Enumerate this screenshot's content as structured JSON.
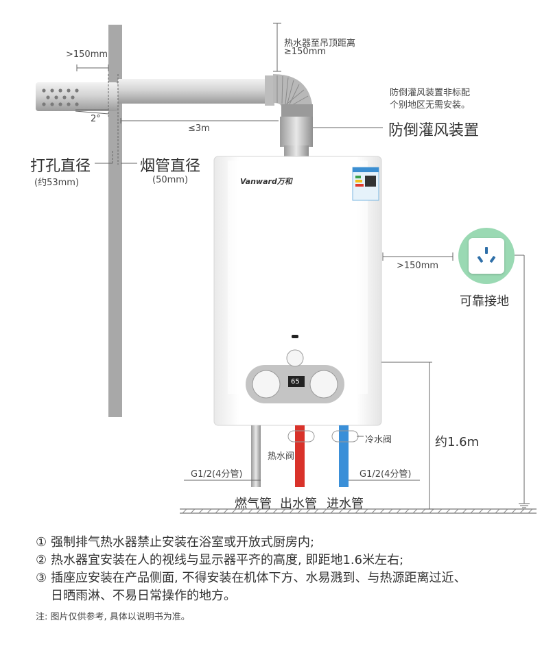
{
  "labels": {
    "wall_gap": ">150mm",
    "ceiling_gap_line1": "热水器至吊顶距离",
    "ceiling_gap_line2": "≥150mm",
    "anti_backdraft_note_line1": "防倒灌风装置非标配",
    "anti_backdraft_note_line2": "个别地区无需安装。",
    "anti_backdraft_device": "防倒灌风装置",
    "slope": "2°",
    "pipe_length": "≤3m",
    "hole_diameter": "打孔直径",
    "hole_diameter_value": "(约53mm)",
    "flue_diameter": "烟管直径",
    "flue_diameter_value": "(50mm)",
    "side_gap": ">150mm",
    "grounding": "可靠接地",
    "height": "约1.6m",
    "cold_valve": "冷水阀",
    "hot_valve": "热水阀",
    "gas_thread": "G1/2(4分管)",
    "water_thread": "G1/2(4分管)",
    "gas_pipe": "燃气管",
    "out_pipe": "出水管",
    "in_pipe": "进水管",
    "brand": "Vanward万和",
    "display": "65"
  },
  "notes": [
    {
      "num": "①",
      "text": "强制排气热水器禁止安装在浴室或开放式厨房内;"
    },
    {
      "num": "②",
      "text": "热水器宜安装在人的视线与显示器平齐的高度, 即距地1.6米左右;"
    },
    {
      "num": "③",
      "text": "插座应安装在产品侧面, 不得安装在机体下方、水易溅到、与热源距离过近、"
    },
    {
      "num": "",
      "text": "日晒雨淋、不易日常操作的地方。"
    }
  ],
  "footnote": "注: 图片仅供参考, 具体以说明书为准。",
  "colors": {
    "wall": "#a8a8a8",
    "hot_pipe": "#d9322a",
    "cold_pipe": "#3a8fd8",
    "socket_circle": "#9ad9b3",
    "pipe_metal": "#c9c9c9"
  }
}
